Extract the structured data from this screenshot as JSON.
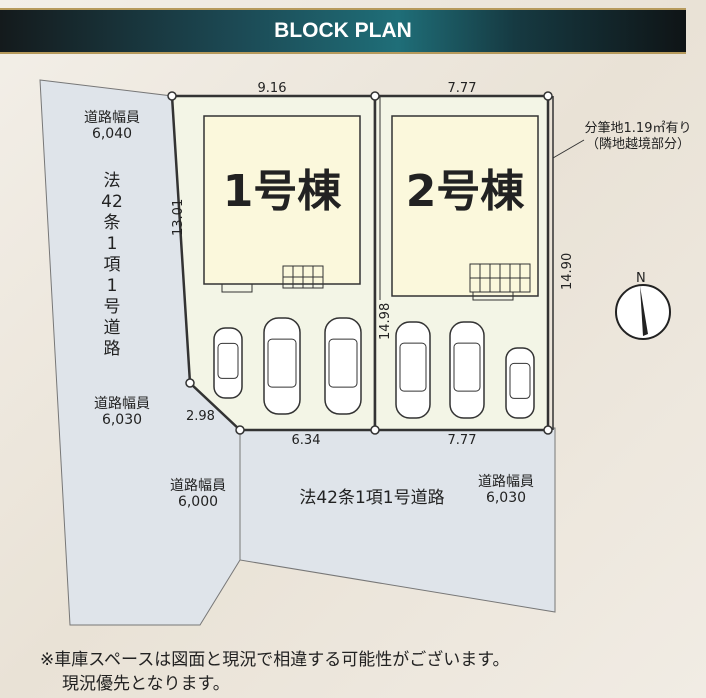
{
  "banner": {
    "title": "BLOCK PLAN"
  },
  "dimensions": {
    "top_lot1": "9.16",
    "top_lot2": "7.77",
    "lot1_left": "13.01",
    "lot1_right": "14.98",
    "lot2_right": "14.90",
    "corner_cut": "2.98",
    "bottom_lot1": "6.34",
    "bottom_lot2": "7.77"
  },
  "buildings": [
    {
      "label": "1号棟"
    },
    {
      "label": "2号棟"
    }
  ],
  "roads": {
    "left_top": {
      "label": "道路幅員",
      "width": "6,040"
    },
    "left_vertical": [
      "法",
      "42",
      "条",
      "1",
      "項",
      "1",
      "号",
      "道",
      "路"
    ],
    "left_bottom": {
      "label": "道路幅員",
      "width": "6,030"
    },
    "bottom_left": {
      "label": "道路幅員",
      "width": "6,000"
    },
    "bottom_main": "法42条1項1号道路",
    "bottom_right": {
      "label": "道路幅員",
      "width": "6,030"
    }
  },
  "annotation": {
    "line1": "分筆地1.19㎡有り",
    "line2": "（隣地越境部分）"
  },
  "compass": {
    "label": "N"
  },
  "note": {
    "line1": "※車庫スペースは図面と現況で相違する可能性がございます。",
    "line2": "現況優先となります。"
  },
  "colors": {
    "road": "#dfe4ea",
    "lot": "#f3f5e6",
    "building": "#fbf8dc",
    "banner": "#1f6e78"
  }
}
